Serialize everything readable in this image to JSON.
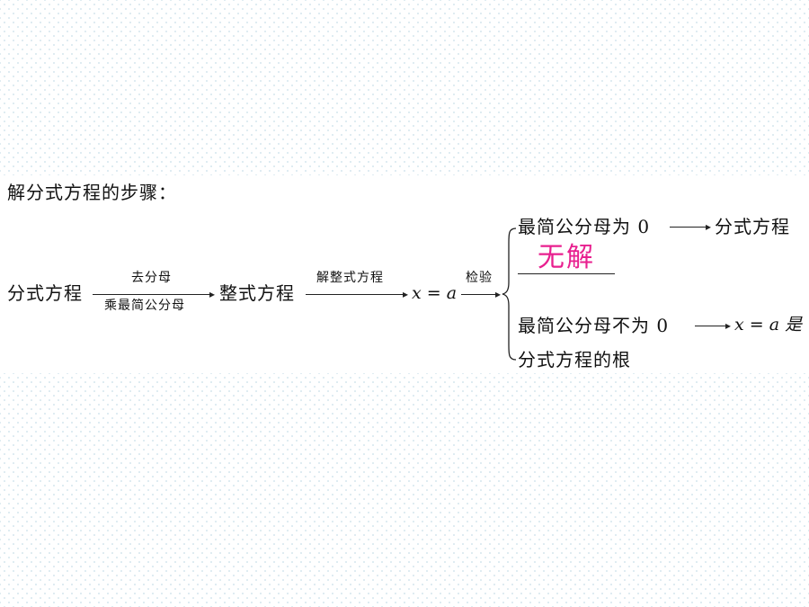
{
  "title": "解分式方程的步骤：",
  "flow": {
    "start": "分式方程",
    "step1_top": "去分母",
    "step1_bottom": "乘最简公分母",
    "middle": "整式方程",
    "step2_top": "解整式方程",
    "result": "x = a",
    "step3_top": "检验"
  },
  "branches": {
    "upper_condition": "最简公分母为 0",
    "upper_result": "分式方程",
    "answer": "无解",
    "lower_condition": "最简公分母不为 0",
    "lower_result": "x = a 是",
    "lower_result_cont": "分式方程的根"
  },
  "colors": {
    "answer": "#e8208f"
  }
}
